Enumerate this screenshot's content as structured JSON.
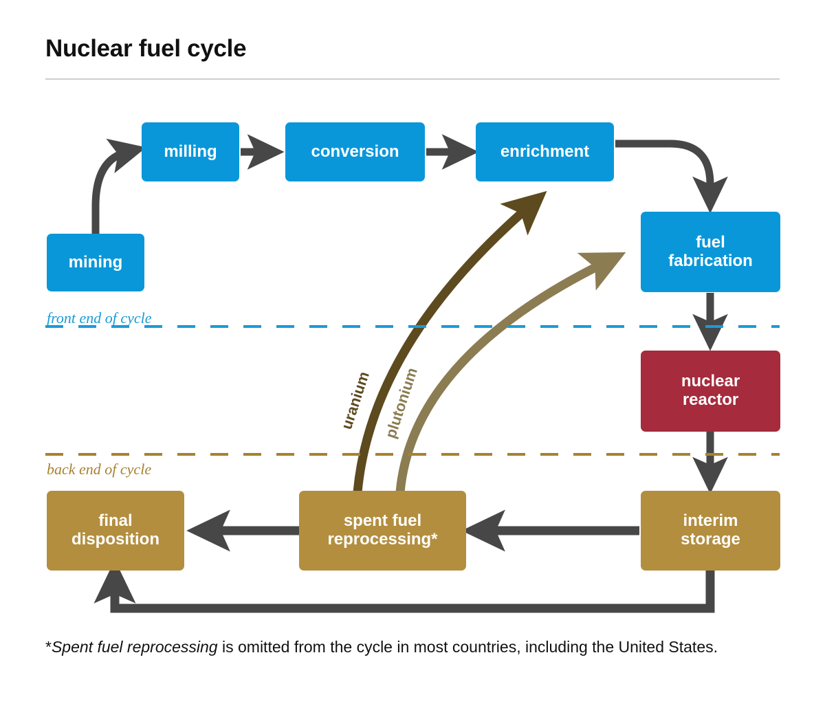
{
  "title": "Nuclear fuel cycle",
  "colors": {
    "blue": "#0a97d9",
    "red": "#a52b3d",
    "gold": "#b38e3f",
    "arrow_gray": "#474747",
    "uranium": "#5d4a1f",
    "plutonium": "#8b7c52",
    "front_end_dash": "#1a9bd7",
    "back_end_dash": "#a8812f",
    "rule": "#cfcfcf",
    "text_dark": "#111111",
    "text_light": "#ffffff"
  },
  "diagram": {
    "type": "flow-diagram",
    "nodes": [
      {
        "id": "mining",
        "label": "mining",
        "group": "front-end",
        "color": "blue"
      },
      {
        "id": "milling",
        "label": "milling",
        "group": "front-end",
        "color": "blue"
      },
      {
        "id": "conversion",
        "label": "conversion",
        "group": "front-end",
        "color": "blue"
      },
      {
        "id": "enrichment",
        "label": "enrichment",
        "group": "front-end",
        "color": "blue"
      },
      {
        "id": "fuel-fabrication",
        "label": "fuel\nfabrication",
        "group": "front-end",
        "color": "blue"
      },
      {
        "id": "nuclear-reactor",
        "label": "nuclear\nreactor",
        "group": "reactor",
        "color": "red"
      },
      {
        "id": "interim-storage",
        "label": "interim\nstorage",
        "group": "back-end",
        "color": "gold"
      },
      {
        "id": "spent-fuel-reprocessing",
        "label": "spent fuel\nreprocessing*",
        "group": "back-end",
        "color": "gold"
      },
      {
        "id": "final-disposition",
        "label": "final\ndisposition",
        "group": "back-end",
        "color": "gold"
      }
    ],
    "edges": [
      {
        "from": "mining",
        "to": "milling",
        "label": "",
        "color": "arrow_gray"
      },
      {
        "from": "milling",
        "to": "conversion",
        "label": "",
        "color": "arrow_gray"
      },
      {
        "from": "conversion",
        "to": "enrichment",
        "label": "",
        "color": "arrow_gray"
      },
      {
        "from": "enrichment",
        "to": "fuel-fabrication",
        "label": "",
        "color": "arrow_gray"
      },
      {
        "from": "fuel-fabrication",
        "to": "nuclear-reactor",
        "label": "",
        "color": "arrow_gray"
      },
      {
        "from": "nuclear-reactor",
        "to": "interim-storage",
        "label": "",
        "color": "arrow_gray"
      },
      {
        "from": "interim-storage",
        "to": "spent-fuel-reprocessing",
        "label": "",
        "color": "arrow_gray"
      },
      {
        "from": "spent-fuel-reprocessing",
        "to": "final-disposition",
        "label": "",
        "color": "arrow_gray"
      },
      {
        "from": "interim-storage",
        "to": "final-disposition",
        "label": "",
        "color": "arrow_gray"
      },
      {
        "from": "spent-fuel-reprocessing",
        "to": "enrichment",
        "label": "uranium",
        "color": "uranium"
      },
      {
        "from": "spent-fuel-reprocessing",
        "to": "fuel-fabrication",
        "label": "plutonium",
        "color": "plutonium"
      }
    ],
    "dividers": [
      {
        "id": "front-end-divider",
        "label": "front end of cycle",
        "color": "#1a9bd7"
      },
      {
        "id": "back-end-divider",
        "label": "back end of cycle",
        "color": "#a8812f"
      }
    ]
  },
  "labels": {
    "mining": "mining",
    "milling": "milling",
    "conversion": "conversion",
    "enrichment": "enrichment",
    "fuel_fabrication_line1": "fuel",
    "fuel_fabrication_line2": "fabrication",
    "nuclear_reactor_line1": "nuclear",
    "nuclear_reactor_line2": "reactor",
    "interim_storage_line1": "interim",
    "interim_storage_line2": "storage",
    "spent_fuel_line1": "spent fuel",
    "spent_fuel_line2": "reprocessing*",
    "final_disposition_line1": "final",
    "final_disposition_line2": "disposition",
    "front_end_of_cycle": "front end of cycle",
    "back_end_of_cycle": "back end of cycle",
    "uranium": "uranium",
    "plutonium": "plutonium"
  },
  "footnote": {
    "marker": "*",
    "italic_part": "Spent fuel reprocessing",
    "rest": " is omitted from the cycle in most countries, including the United States."
  }
}
